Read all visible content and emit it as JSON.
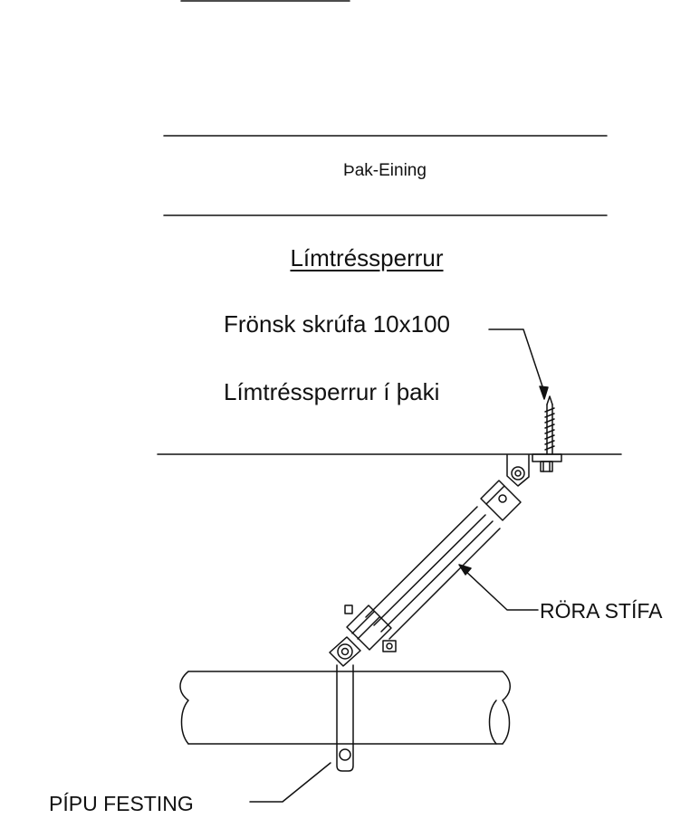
{
  "labels": {
    "roof_unit": "Þak-Eining",
    "title": "Límtréssperrur",
    "screw": "Frönsk skrúfa 10x100",
    "glulam_in_roof": "Límtréssperrur í þaki",
    "pipe_brace": "RÖRA STÍFA",
    "pipe_bracket": "PÍPU FESTING"
  },
  "colors": {
    "line": "#111111",
    "background": "#ffffff"
  }
}
